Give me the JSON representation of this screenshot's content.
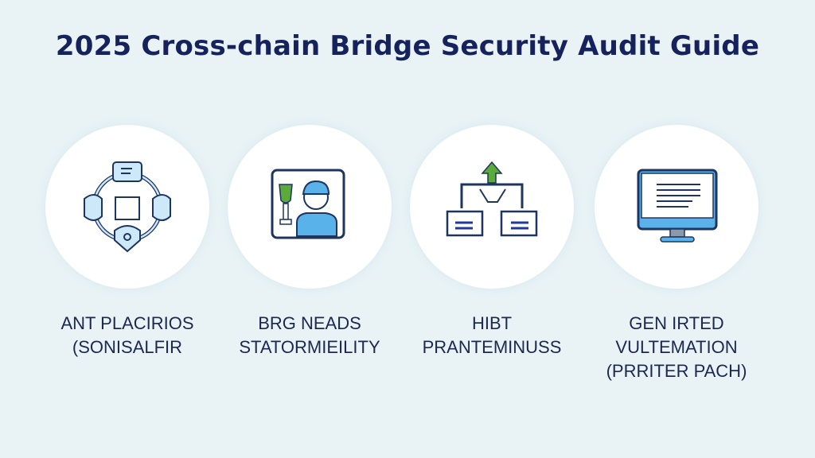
{
  "title": "2025 Cross-chain Bridge Security Audit Guide",
  "items": [
    {
      "icon": "network-shield-icon",
      "lines": [
        "ANT PLACIRIOS",
        "(SONISALFIR"
      ]
    },
    {
      "icon": "auditor-trophy-icon",
      "lines": [
        "BRG NEADS",
        "STATORMIEILITY"
      ]
    },
    {
      "icon": "flow-diagram-icon",
      "lines": [
        "HIBT",
        "PRANTEMINUSS"
      ]
    },
    {
      "icon": "monitor-icon",
      "lines": [
        "GEN IRTED",
        "VULTEMATION",
        "(PRRITER PACH)"
      ]
    }
  ],
  "colors": {
    "title": "#15225c",
    "accent": "#5ab2ea",
    "green": "#5aab3a",
    "background": "#e9f3f6"
  }
}
